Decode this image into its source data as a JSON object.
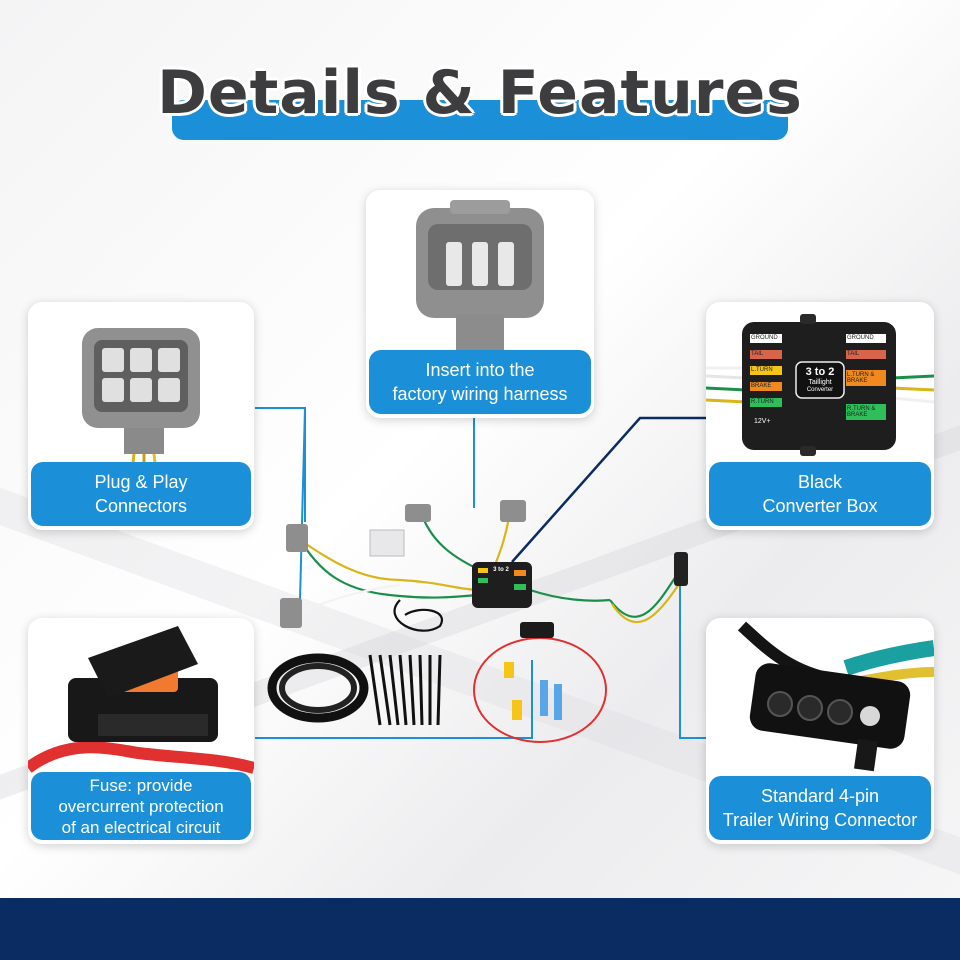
{
  "title": "Details & Features",
  "colors": {
    "accent_blue": "#1b8fd8",
    "title_text": "#3d3d3f",
    "footer_navy": "#0b2b63",
    "connector_gray": "#8e8e8e",
    "wire_green": "#1a8f4a"
  },
  "features": {
    "plug_play": {
      "line1": "Plug & Play",
      "line2": "Connectors",
      "icon": "gray-harness-plug-icon"
    },
    "insert": {
      "line1": "Insert into the",
      "line2": "factory wiring harness",
      "icon": "gray-harness-socket-icon"
    },
    "converter": {
      "line1": "Black",
      "line2": "Converter Box",
      "box_title_1": "3 to 2",
      "box_title_2": "Taillight",
      "box_title_3": "Converter",
      "arrows_left": [
        "GROUND",
        "TAIL",
        "L.TURN",
        "BRAKE",
        "R.TURN"
      ],
      "arrows_right": [
        "GROUND",
        "TAIL",
        "L.TURN & BRAKE",
        "R.TURN & BRAKE"
      ],
      "power": "12V+"
    },
    "fuse": {
      "line1": "Fuse: provide",
      "line2": "overcurrent protection",
      "line3": "of an electrical circuit",
      "icon": "inline-fuse-holder-icon"
    },
    "connector": {
      "line1": "Standard 4-pin",
      "line2": "Trailer Wiring Connector",
      "icon": "four-pin-connector-icon"
    }
  },
  "center_box_text": "3 to 2"
}
